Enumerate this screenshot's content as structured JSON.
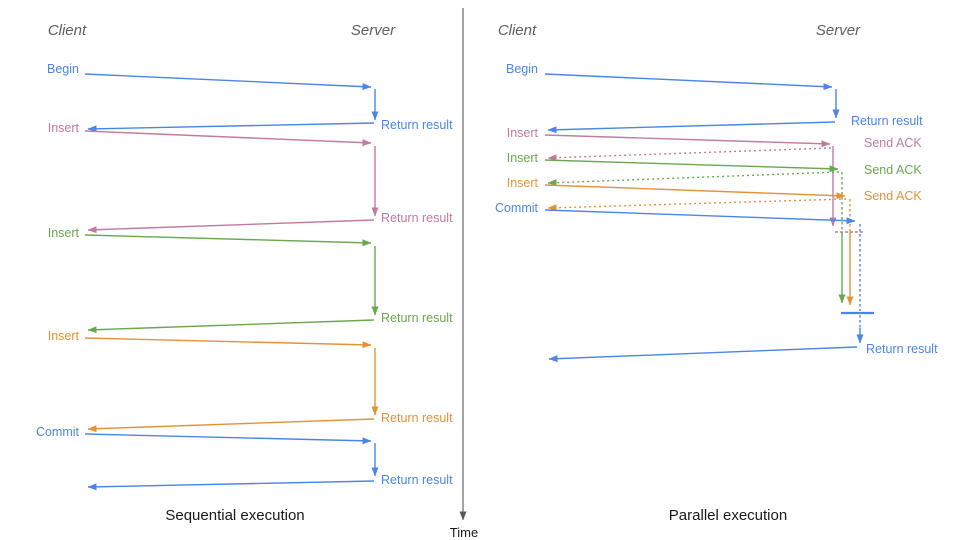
{
  "colors": {
    "blue": "#4a86e8",
    "pink": "#c27ba0",
    "green": "#6aa84f",
    "orange": "#e69138",
    "axis_gray": "#595959",
    "header_gray": "#5f5f5f",
    "caption_black": "#1a1a1a"
  },
  "time_axis": {
    "label": "Time"
  },
  "left_panel": {
    "client_header": "Client",
    "server_header": "Server",
    "caption": "Sequential execution",
    "messages": [
      {
        "label": "Begin",
        "color": "blue",
        "return_label": "Return result"
      },
      {
        "label": "Insert",
        "color": "pink",
        "return_label": "Return result"
      },
      {
        "label": "Insert",
        "color": "green",
        "return_label": "Return result"
      },
      {
        "label": "Insert",
        "color": "orange",
        "return_label": "Return result"
      },
      {
        "label": "Commit",
        "color": "blue",
        "return_label": "Return result"
      }
    ]
  },
  "right_panel": {
    "client_header": "Client",
    "server_header": "Server",
    "caption": "Parallel execution",
    "messages": [
      {
        "label": "Begin",
        "color": "blue",
        "response_label": "Return result"
      },
      {
        "label": "Insert",
        "color": "pink",
        "response_label": "Send ACK"
      },
      {
        "label": "Insert",
        "color": "green",
        "response_label": "Send ACK"
      },
      {
        "label": "Insert",
        "color": "orange",
        "response_label": "Send ACK"
      },
      {
        "label": "Commit",
        "color": "blue"
      }
    ],
    "final_return_label": "Return result"
  }
}
